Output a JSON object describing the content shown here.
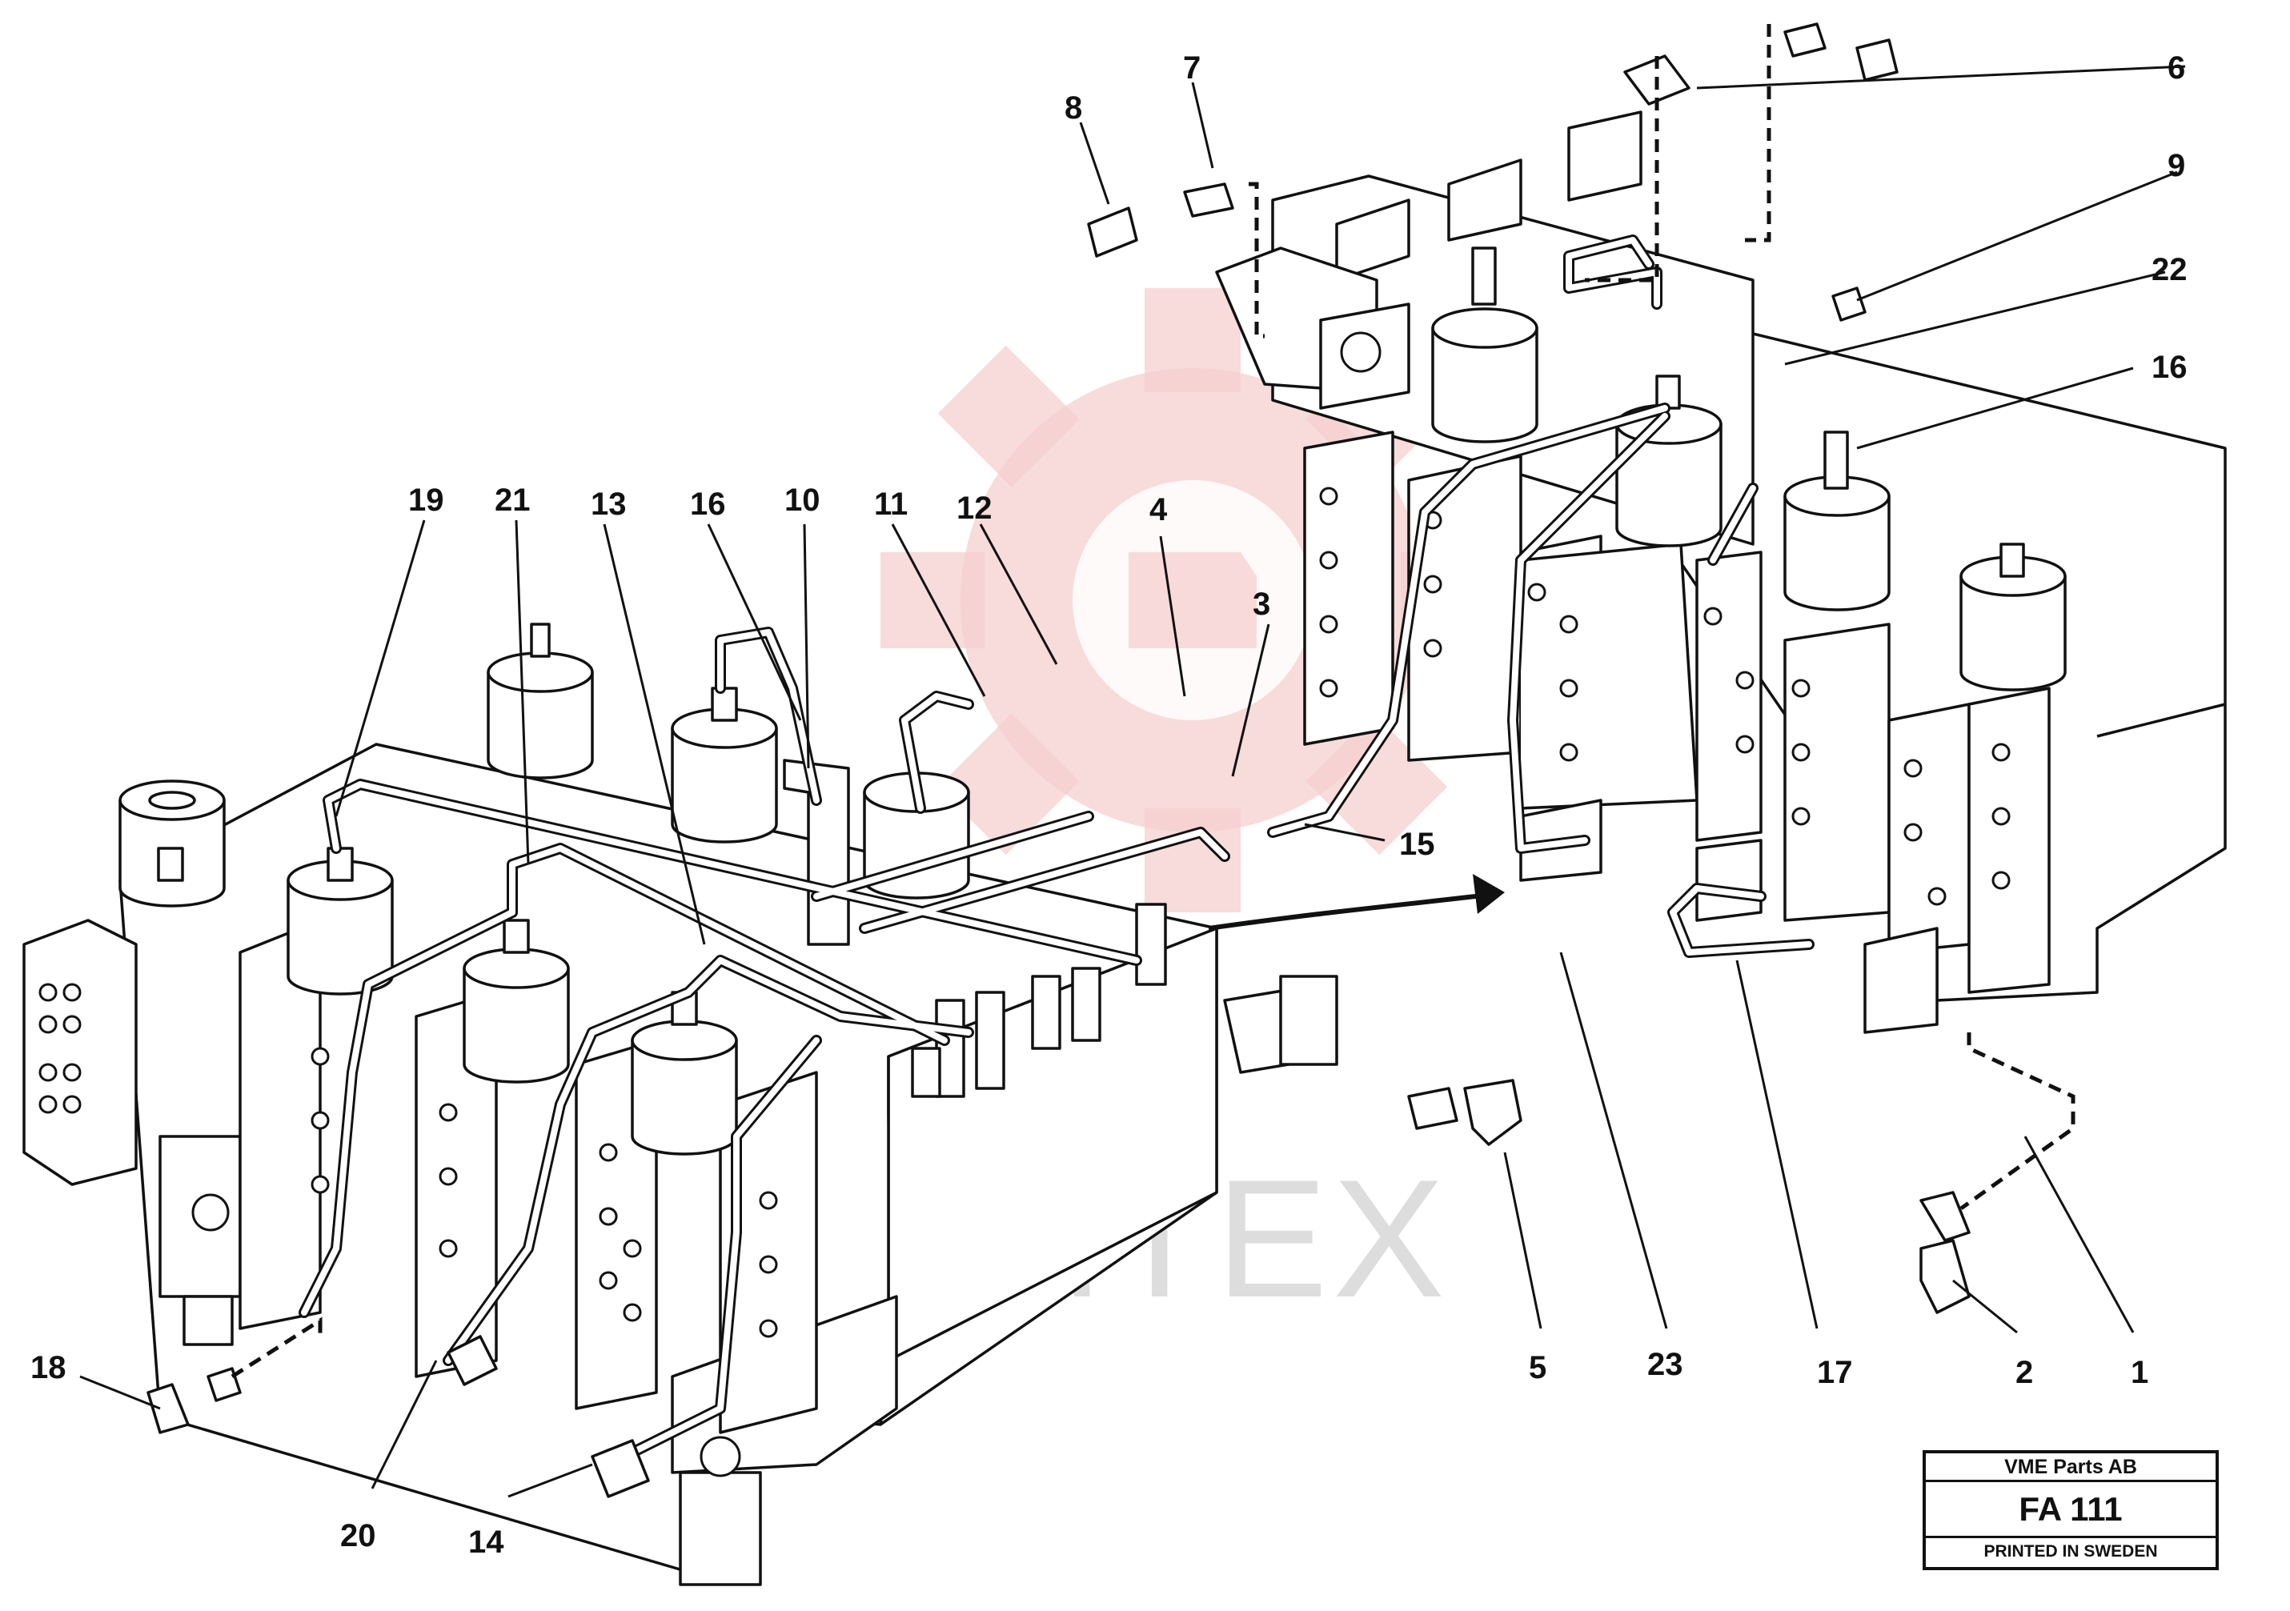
{
  "watermark": {
    "text": "ИНТЕХ",
    "gear_color": "#f3c3c3"
  },
  "callouts": [
    "1",
    "2",
    "3",
    "4",
    "5",
    "6",
    "7",
    "8",
    "9",
    "10",
    "11",
    "12",
    "13",
    "14",
    "15",
    "16",
    "16",
    "17",
    "18",
    "19",
    "20",
    "21",
    "22",
    "23"
  ],
  "title_block": {
    "company": "VME Parts AB",
    "code": "FA 111",
    "printed": "PRINTED IN SWEDEN"
  }
}
